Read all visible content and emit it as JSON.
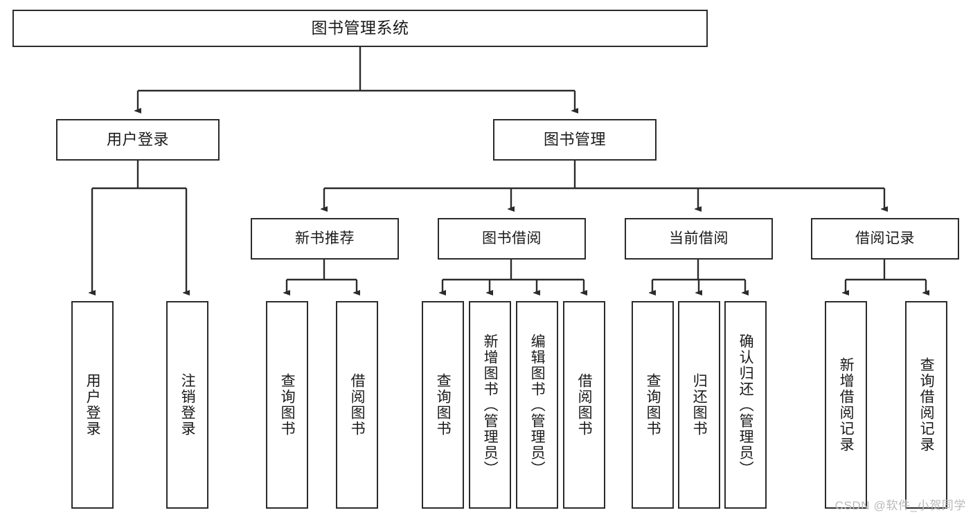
{
  "diagram": {
    "title": "图书管理系统",
    "type": "tree",
    "orientation": "top-down",
    "colors": {
      "box_border": "#2b2b2b",
      "box_fill": "#ffffff",
      "connector": "#2b2b2b",
      "text": "#1a1a1a",
      "watermark": "#b9b9b9",
      "background": "#ffffff"
    },
    "nodes": {
      "root": {
        "label": "图书管理系统",
        "level": 1
      },
      "level2": [
        {
          "id": "user-login",
          "label": "用户登录"
        },
        {
          "id": "book-manage",
          "label": "图书管理"
        }
      ],
      "level3": [
        {
          "id": "new-book-recommend",
          "label": "新书推荐",
          "parent": "book-manage"
        },
        {
          "id": "book-borrow",
          "label": "图书借阅",
          "parent": "book-manage"
        },
        {
          "id": "current-borrow",
          "label": "当前借阅",
          "parent": "book-manage"
        },
        {
          "id": "borrow-record",
          "label": "借阅记录",
          "parent": "book-manage"
        }
      ],
      "leaves": [
        {
          "id": "leaf-user-login",
          "label": "用户登录",
          "parent": "user-login"
        },
        {
          "id": "leaf-logout-login",
          "label": "注销登录",
          "parent": "user-login"
        },
        {
          "id": "leaf-query-book-1",
          "label": "查询图书",
          "parent": "new-book-recommend"
        },
        {
          "id": "leaf-borrow-book-1",
          "label": "借阅图书",
          "parent": "new-book-recommend"
        },
        {
          "id": "leaf-query-book-2",
          "label": "查询图书",
          "parent": "book-borrow"
        },
        {
          "id": "leaf-add-book",
          "label": "新增图书（管理员）",
          "parent": "book-borrow"
        },
        {
          "id": "leaf-edit-book",
          "label": "编辑图书（管理员）",
          "parent": "book-borrow"
        },
        {
          "id": "leaf-borrow-book-2",
          "label": "借阅图书",
          "parent": "book-borrow"
        },
        {
          "id": "leaf-query-book-3",
          "label": "查询图书",
          "parent": "current-borrow"
        },
        {
          "id": "leaf-return-book",
          "label": "归还图书",
          "parent": "current-borrow"
        },
        {
          "id": "leaf-confirm-return",
          "label": "确认归还（管理员）",
          "parent": "current-borrow"
        },
        {
          "id": "leaf-add-record",
          "label": "新增借阅记录",
          "parent": "borrow-record"
        },
        {
          "id": "leaf-query-record",
          "label": "查询借阅记录",
          "parent": "borrow-record"
        }
      ]
    },
    "watermark": "CSDN @软件_小贺同学"
  }
}
